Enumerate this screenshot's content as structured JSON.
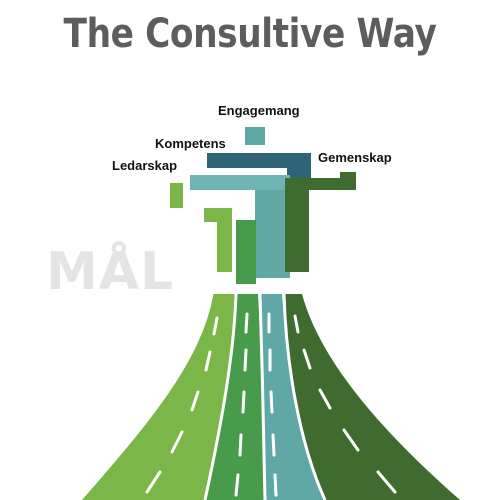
{
  "title": "The Consultive Way",
  "goal_text": "MÅL",
  "labels": {
    "engagement": "Engagemang",
    "competence": "Kompetens",
    "leadership": "Ledarskap",
    "community": "Gemenskap"
  },
  "colors": {
    "title_gray": "#5d5d5d",
    "goal_gray": "#e4e4e4",
    "lime_green": "#7ab648",
    "mid_green": "#479b4a",
    "teal": "#5fa8a6",
    "dark_teal": "#2e6475",
    "dark_green": "#3f6b2e",
    "lane_marking": "#ffffff"
  }
}
